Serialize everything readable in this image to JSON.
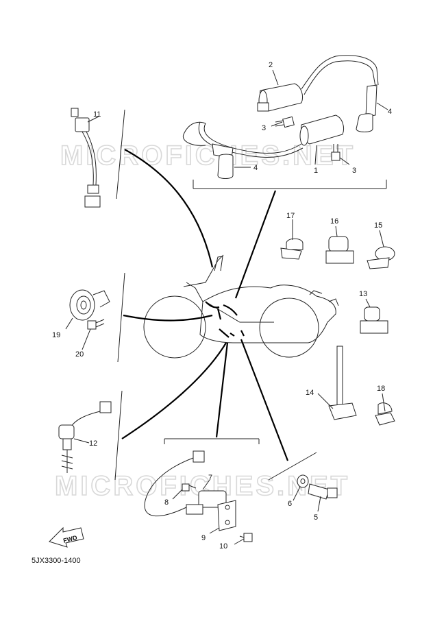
{
  "diagram_code": "5JX3300-1400",
  "watermark_text": "MICROFICHES.NET",
  "fwd_label": "FWD",
  "parts": [
    {
      "id": "p1",
      "num": "1"
    },
    {
      "id": "p2",
      "num": "2"
    },
    {
      "id": "p3a",
      "num": "3"
    },
    {
      "id": "p3b",
      "num": "3"
    },
    {
      "id": "p4a",
      "num": "4"
    },
    {
      "id": "p4b",
      "num": "4"
    },
    {
      "id": "p5",
      "num": "5"
    },
    {
      "id": "p6",
      "num": "6"
    },
    {
      "id": "p7",
      "num": "7"
    },
    {
      "id": "p8",
      "num": "8"
    },
    {
      "id": "p9",
      "num": "9"
    },
    {
      "id": "p10",
      "num": "10"
    },
    {
      "id": "p11",
      "num": "11"
    },
    {
      "id": "p12",
      "num": "12"
    },
    {
      "id": "p13",
      "num": "13"
    },
    {
      "id": "p14",
      "num": "14"
    },
    {
      "id": "p15",
      "num": "15"
    },
    {
      "id": "p16",
      "num": "16"
    },
    {
      "id": "p17",
      "num": "17"
    },
    {
      "id": "p18",
      "num": "18"
    },
    {
      "id": "p19",
      "num": "19"
    },
    {
      "id": "p20",
      "num": "20"
    }
  ]
}
